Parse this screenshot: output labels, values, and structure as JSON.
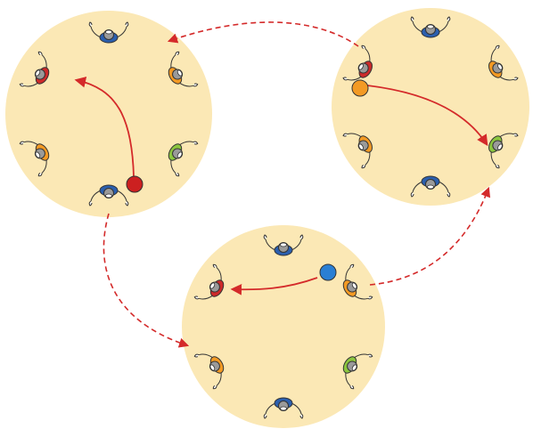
{
  "diagram": {
    "colors": {
      "background": "#ffffff",
      "circle_fill": "#fbe8b5",
      "solid_arrow": "#d42a2a",
      "dashed_arrow": "#d42a2a",
      "person_outline": "#333333",
      "hair": "#9a9a9a"
    },
    "circles": [
      {
        "name": "circle-top-left",
        "people": [
          {
            "name": "person-top",
            "shirt": "#2b5fae"
          },
          {
            "name": "person-upper-right",
            "shirt": "#f39a24"
          },
          {
            "name": "person-lower-right",
            "shirt": "#8cc63f"
          },
          {
            "name": "person-bottom",
            "shirt": "#2b5fae"
          },
          {
            "name": "person-lower-left",
            "shirt": "#f39a24"
          },
          {
            "name": "person-upper-left",
            "shirt": "#cc2a2a"
          }
        ],
        "ball": {
          "name": "red-ball",
          "color": "#cc2020"
        }
      },
      {
        "name": "circle-top-right",
        "people": [
          {
            "name": "person-top",
            "shirt": "#2b5fae"
          },
          {
            "name": "person-upper-right",
            "shirt": "#f39a24"
          },
          {
            "name": "person-lower-right",
            "shirt": "#8cc63f"
          },
          {
            "name": "person-bottom",
            "shirt": "#2b5fae"
          },
          {
            "name": "person-lower-left",
            "shirt": "#f39a24"
          },
          {
            "name": "person-upper-left",
            "shirt": "#cc2a2a"
          }
        ],
        "ball": {
          "name": "orange-ball",
          "color": "#f39a24"
        }
      },
      {
        "name": "circle-bottom",
        "people": [
          {
            "name": "person-top",
            "shirt": "#2b5fae"
          },
          {
            "name": "person-upper-right",
            "shirt": "#f39a24"
          },
          {
            "name": "person-lower-right",
            "shirt": "#8cc63f"
          },
          {
            "name": "person-bottom",
            "shirt": "#2b5fae"
          },
          {
            "name": "person-lower-left",
            "shirt": "#f39a24"
          },
          {
            "name": "person-upper-left",
            "shirt": "#cc2a2a"
          }
        ],
        "ball": {
          "name": "blue-ball",
          "color": "#2a7fd4"
        }
      }
    ]
  }
}
